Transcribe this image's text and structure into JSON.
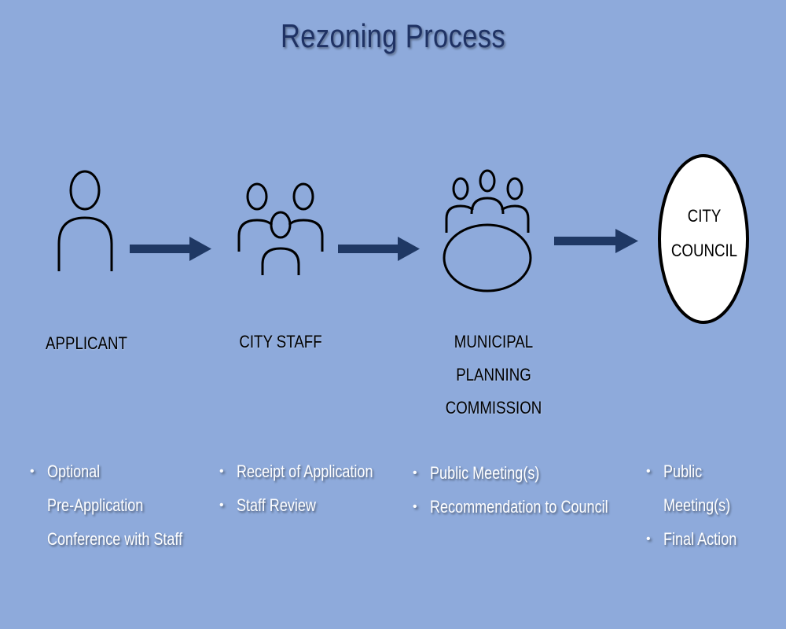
{
  "title": "Rezoning  Process",
  "stages": [
    {
      "label": "APPLICANT",
      "icon": "person-icon",
      "bullets": [
        "Optional\nPre-Application\nConference with Staff"
      ]
    },
    {
      "label": "CITY STAFF",
      "icon": "group-icon",
      "bullets": [
        "Receipt of Application",
        "Staff Review"
      ]
    },
    {
      "label_lines": [
        "MUNICIPAL",
        "PLANNING",
        "COMMISSION"
      ],
      "icon": "meeting-table-icon",
      "bullets": [
        "Public Meeting(s)",
        "Recommendation to Council"
      ]
    },
    {
      "label_lines": [
        "CITY",
        "COUNCIL"
      ],
      "icon": "council-circle-icon",
      "bullets": [
        "Public Meeting(s)",
        "Final Action"
      ]
    }
  ],
  "colors": {
    "background": "#8eaadb",
    "title": "#1f3264",
    "arrow": "#1f3864",
    "bullet_text": "#ffffff"
  }
}
